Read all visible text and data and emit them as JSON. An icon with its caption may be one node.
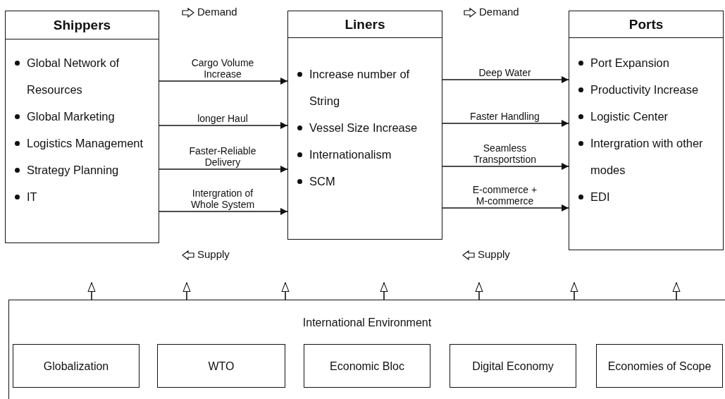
{
  "diagram": {
    "nodes": [
      {
        "text": [
          "Shippers",
          "Global Network of Resources",
          "Global Marketing",
          "Logistics Management",
          "Strategy Planning",
          "IT"
        ]
      },
      {
        "text": [
          "Liners",
          "Increase number of String",
          "Vessel Size Increase",
          "Internationalism",
          "SCM"
        ]
      },
      {
        "text": [
          "Ports",
          "Port Expansion",
          "Productivity Increase",
          "Logistic Center",
          "Intergration with other modes",
          "EDI"
        ]
      },
      {
        "text": [
          "International Environment"
        ]
      },
      {
        "text": [
          "Globalization"
        ],
        "in": 3
      },
      {
        "text": [
          "WTO"
        ],
        "in": 3
      },
      {
        "text": [
          "Economic Bloc"
        ],
        "in": 3
      },
      {
        "text": [
          "Digital Economy"
        ],
        "in": 3
      },
      {
        "text": [
          "Economies of Scope"
        ],
        "in": 3
      }
    ],
    "edges": [
      {
        "from": 0,
        "to": 1,
        "arrow": "to",
        "label": "Cargo Volume Increase"
      },
      {
        "from": 0,
        "to": 1,
        "arrow": "to",
        "label": "longer Haul"
      },
      {
        "from": 0,
        "to": 1,
        "arrow": "to",
        "label": "Faster-Reliable Delivery"
      },
      {
        "from": 0,
        "to": 1,
        "arrow": "to",
        "label": "Intergration of Whole System"
      },
      {
        "from": 1,
        "to": 2,
        "arrow": "to",
        "label": "Deep Water"
      },
      {
        "from": 1,
        "to": 2,
        "arrow": "to",
        "label": "Faster Handling"
      },
      {
        "from": 1,
        "to": 2,
        "arrow": "to",
        "label": "Seamless Transportstion"
      },
      {
        "from": 1,
        "to": 2,
        "arrow": "to",
        "label": "E-commerce + M-commerce"
      },
      {
        "from": 3,
        "to": null,
        "arrow": "to"
      },
      {
        "from": 3,
        "to": null,
        "arrow": "to"
      },
      {
        "from": 3,
        "to": null,
        "arrow": "to"
      },
      {
        "from": 3,
        "to": null,
        "arrow": "to"
      },
      {
        "from": 3,
        "to": null,
        "arrow": "to"
      },
      {
        "from": 3,
        "to": null,
        "arrow": "to"
      },
      {
        "from": 3,
        "to": null,
        "arrow": "to"
      }
    ],
    "labels": [
      "Demand",
      "Demand",
      "Supply",
      "Supply"
    ]
  }
}
